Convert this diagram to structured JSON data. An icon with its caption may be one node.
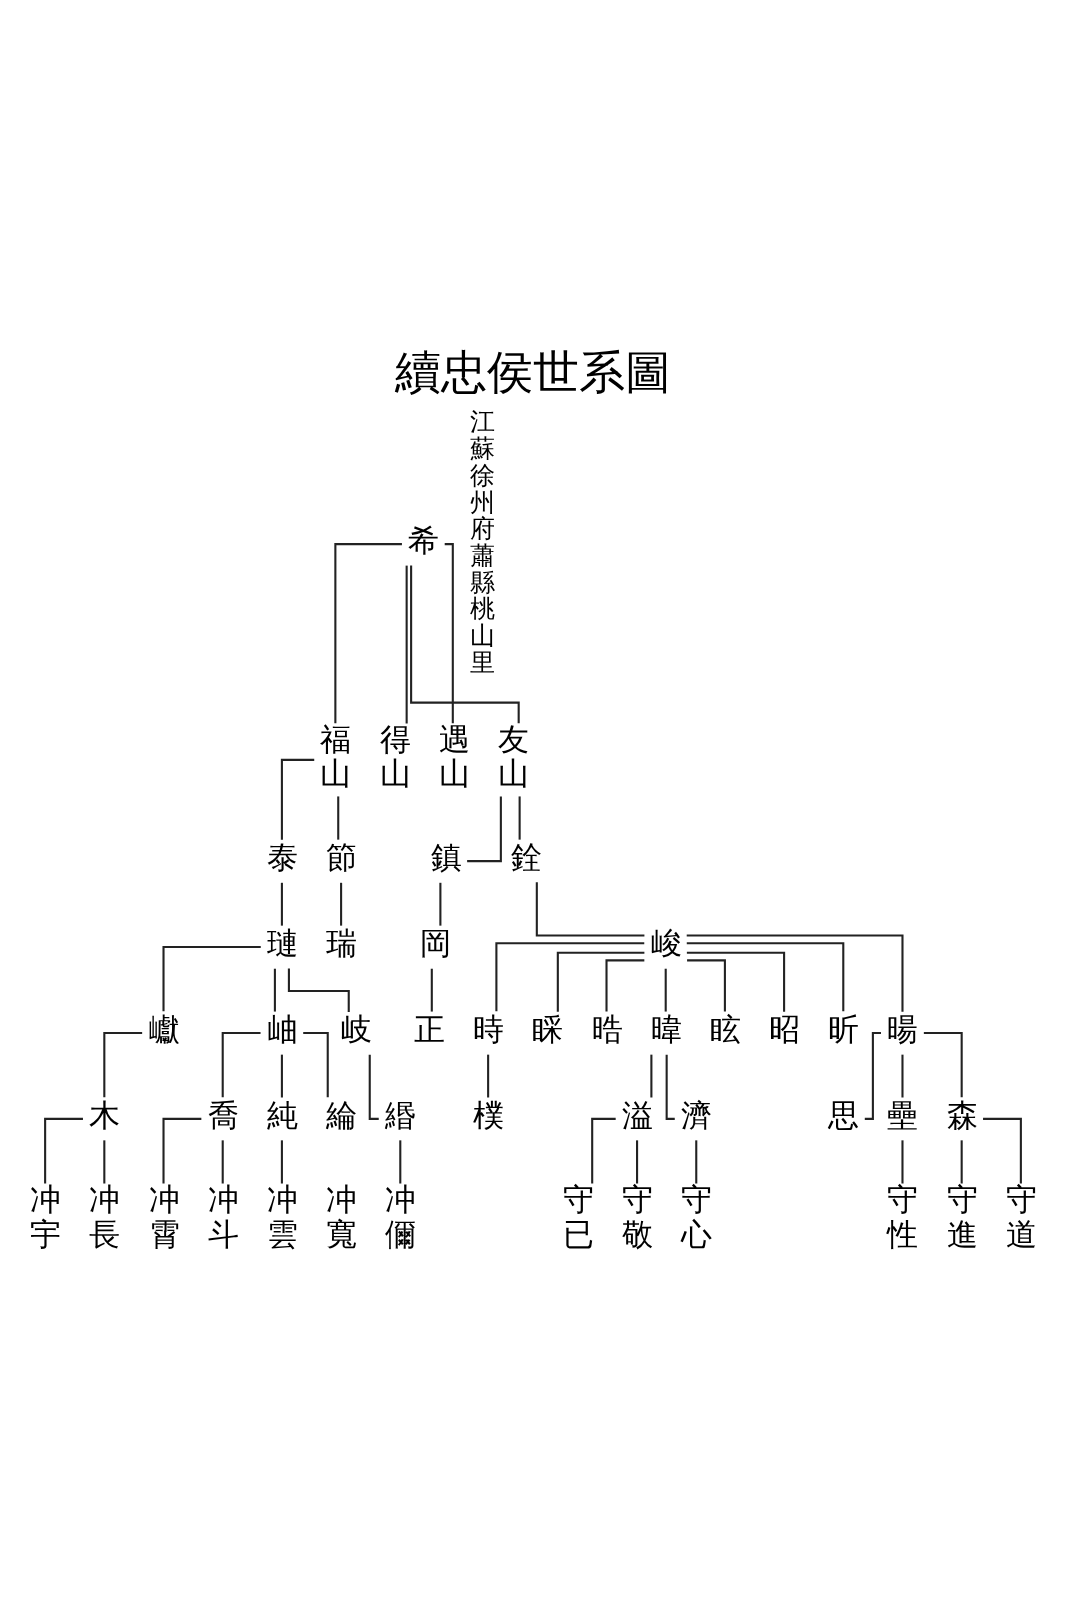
{
  "diagram": {
    "title": "續忠侯世系圖",
    "nodes": [
      {
        "text": [
          "希"
        ]
      },
      {
        "text": [
          "福山"
        ]
      },
      {
        "text": [
          "得山"
        ]
      },
      {
        "text": [
          "遇山"
        ]
      },
      {
        "text": [
          "友山"
        ]
      },
      {
        "text": [
          "泰"
        ]
      },
      {
        "text": [
          "節"
        ]
      },
      {
        "text": [
          "鎮"
        ]
      },
      {
        "text": [
          "銓"
        ]
      },
      {
        "text": [
          "璉"
        ]
      },
      {
        "text": [
          "瑞"
        ]
      },
      {
        "text": [
          "岡"
        ]
      },
      {
        "text": [
          "峻"
        ]
      },
      {
        "text": [
          "巘"
        ]
      },
      {
        "text": [
          "岫"
        ]
      },
      {
        "text": [
          "岐"
        ]
      },
      {
        "text": [
          "正"
        ]
      },
      {
        "text": [
          "時"
        ]
      },
      {
        "text": [
          "睬"
        ]
      },
      {
        "text": [
          "晧"
        ]
      },
      {
        "text": [
          "暐"
        ]
      },
      {
        "text": [
          "眩"
        ]
      },
      {
        "text": [
          "昭"
        ]
      },
      {
        "text": [
          "昕"
        ]
      },
      {
        "text": [
          "暘"
        ]
      },
      {
        "text": [
          "木"
        ]
      },
      {
        "text": [
          "喬"
        ]
      },
      {
        "text": [
          "純"
        ]
      },
      {
        "text": [
          "綸"
        ]
      },
      {
        "text": [
          "緡"
        ]
      },
      {
        "text": [
          "樸"
        ]
      },
      {
        "text": [
          "溢"
        ]
      },
      {
        "text": [
          "濟"
        ]
      },
      {
        "text": [
          "思"
        ]
      },
      {
        "text": [
          "壘"
        ]
      },
      {
        "text": [
          "森"
        ]
      },
      {
        "text": [
          "冲宇"
        ]
      },
      {
        "text": [
          "冲長"
        ]
      },
      {
        "text": [
          "冲霄"
        ]
      },
      {
        "text": [
          "冲斗"
        ]
      },
      {
        "text": [
          "冲雲"
        ]
      },
      {
        "text": [
          "冲寬"
        ]
      },
      {
        "text": [
          "冲儞"
        ]
      },
      {
        "text": [
          "守已"
        ]
      },
      {
        "text": [
          "守敬"
        ]
      },
      {
        "text": [
          "守心"
        ]
      },
      {
        "text": [
          "守性"
        ]
      },
      {
        "text": [
          "守進"
        ]
      },
      {
        "text": [
          "守道"
        ]
      }
    ],
    "edges": [
      {
        "from": 0,
        "to": 1,
        "arrow": "none"
      },
      {
        "from": 0,
        "to": 2,
        "arrow": "none"
      },
      {
        "from": 0,
        "to": 3,
        "arrow": "none"
      },
      {
        "from": 0,
        "to": 4,
        "arrow": "none"
      },
      {
        "from": 1,
        "to": 5,
        "arrow": "none"
      },
      {
        "from": 1,
        "to": 6,
        "arrow": "none"
      },
      {
        "from": 4,
        "to": 7,
        "arrow": "none"
      },
      {
        "from": 4,
        "to": 8,
        "arrow": "none"
      },
      {
        "from": 5,
        "to": 9,
        "arrow": "none"
      },
      {
        "from": 6,
        "to": 10,
        "arrow": "none"
      },
      {
        "from": 7,
        "to": 11,
        "arrow": "none"
      },
      {
        "from": 8,
        "to": 12,
        "arrow": "none"
      },
      {
        "from": 9,
        "to": 13,
        "arrow": "none"
      },
      {
        "from": 9,
        "to": 14,
        "arrow": "none"
      },
      {
        "from": 9,
        "to": 15,
        "arrow": "none"
      },
      {
        "from": 11,
        "to": 16,
        "arrow": "none"
      },
      {
        "from": 12,
        "to": 17,
        "arrow": "none"
      },
      {
        "from": 12,
        "to": 18,
        "arrow": "none"
      },
      {
        "from": 12,
        "to": 19,
        "arrow": "none"
      },
      {
        "from": 12,
        "to": 20,
        "arrow": "none"
      },
      {
        "from": 12,
        "to": 21,
        "arrow": "none"
      },
      {
        "from": 12,
        "to": 22,
        "arrow": "none"
      },
      {
        "from": 12,
        "to": 23,
        "arrow": "none"
      },
      {
        "from": 12,
        "to": 24,
        "arrow": "none"
      },
      {
        "from": 13,
        "to": 25,
        "arrow": "none"
      },
      {
        "from": 14,
        "to": 26,
        "arrow": "none"
      },
      {
        "from": 14,
        "to": 27,
        "arrow": "none"
      },
      {
        "from": 14,
        "to": 28,
        "arrow": "none"
      },
      {
        "from": 15,
        "to": 29,
        "arrow": "none"
      },
      {
        "from": 17,
        "to": 30,
        "arrow": "none"
      },
      {
        "from": 20,
        "to": 31,
        "arrow": "none"
      },
      {
        "from": 20,
        "to": 32,
        "arrow": "none"
      },
      {
        "from": 24,
        "to": 33,
        "arrow": "none"
      },
      {
        "from": 24,
        "to": 34,
        "arrow": "none"
      },
      {
        "from": 24,
        "to": 35,
        "arrow": "none"
      },
      {
        "from": 25,
        "to": 36,
        "arrow": "none"
      },
      {
        "from": 25,
        "to": 37,
        "arrow": "none"
      },
      {
        "from": 26,
        "to": 38,
        "arrow": "none"
      },
      {
        "from": 26,
        "to": 39,
        "arrow": "none"
      },
      {
        "from": 27,
        "to": 40,
        "arrow": "none"
      },
      {
        "from": 29,
        "to": 42,
        "arrow": "none"
      },
      {
        "from": 31,
        "to": 43,
        "arrow": "none"
      },
      {
        "from": 31,
        "to": 44,
        "arrow": "none"
      },
      {
        "from": 32,
        "to": 45,
        "arrow": "none"
      },
      {
        "from": 34,
        "to": 46,
        "arrow": "none"
      },
      {
        "from": 35,
        "to": 47,
        "arrow": "none"
      },
      {
        "from": 35,
        "to": 48,
        "arrow": "none"
      }
    ],
    "labels": [
      "江蘇徐州府蕭縣桃山里"
    ]
  }
}
